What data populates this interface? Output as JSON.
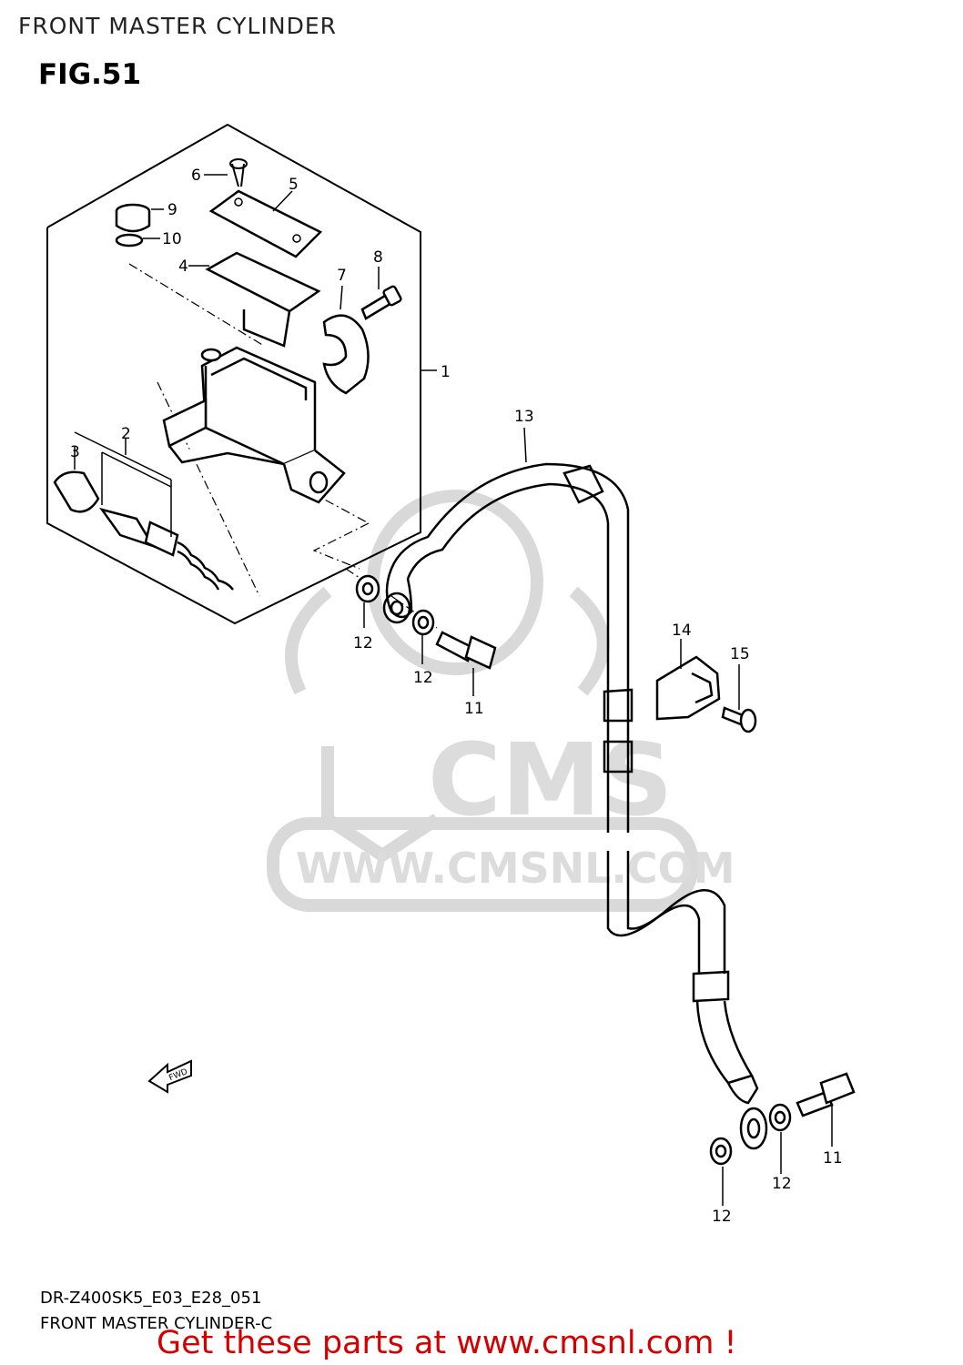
{
  "header": {
    "title": "FRONT MASTER CYLINDER",
    "figure": "FIG.51"
  },
  "footer": {
    "model_code": "DR-Z400SK5_E03_E28_051",
    "caption": "FRONT MASTER CYLINDER-C",
    "promo": "Get these parts at www.cmsnl.com !"
  },
  "watermark": {
    "brand": "CMS",
    "url": "WWW.CMSNL.COM"
  },
  "direction_arrow": "FWD",
  "callouts": {
    "c1": "1",
    "c2": "2",
    "c3": "3",
    "c4": "4",
    "c5": "5",
    "c6": "6",
    "c7": "7",
    "c8": "8",
    "c9": "9",
    "c10": "10",
    "c11a": "11",
    "c11b": "11",
    "c12a": "12",
    "c12b": "12",
    "c12c": "12",
    "c12d": "12",
    "c13": "13",
    "c14": "14",
    "c15": "15"
  },
  "colors": {
    "line": "#000000",
    "watermark": "#d9d9d9",
    "promo": "#d40000"
  }
}
